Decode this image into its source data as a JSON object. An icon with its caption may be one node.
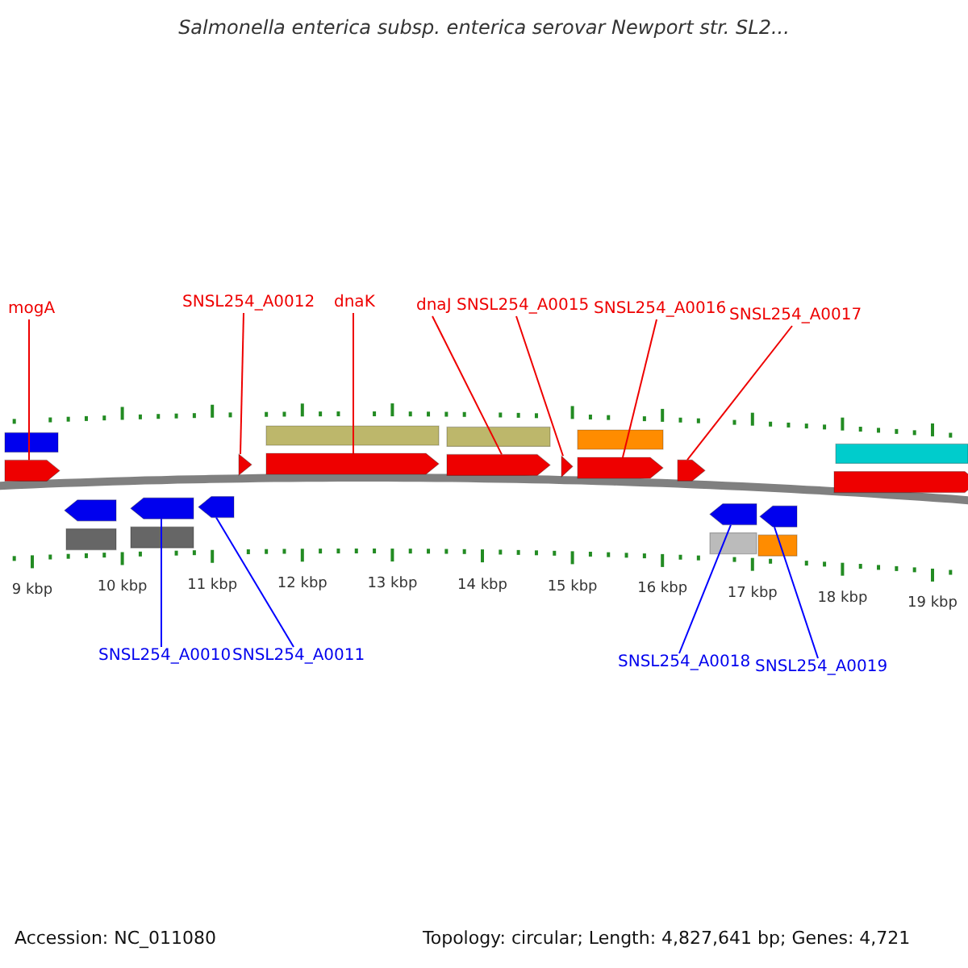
{
  "diagram": {
    "title": "Salmonella enterica subsp. enterica serovar Newport str. SL2...",
    "nodes": [
      {
        "text": [
          "mogA"
        ]
      },
      {
        "text": [
          "SNSL254_A0012"
        ]
      },
      {
        "text": [
          "dnaK"
        ]
      },
      {
        "text": [
          "dnaJ"
        ]
      },
      {
        "text": [
          "SNSL254_A0015"
        ]
      },
      {
        "text": [
          "SNSL254_A0016"
        ]
      },
      {
        "text": [
          "SNSL254_A0017"
        ]
      },
      {
        "text": [
          "SNSL254_A0010"
        ]
      },
      {
        "text": [
          "SNSL254_A0011"
        ]
      },
      {
        "text": [
          "SNSL254_A0018"
        ]
      },
      {
        "text": [
          "SNSL254_A0019"
        ]
      },
      {
        "text": [],
        "shape": "box"
      },
      {
        "text": [],
        "shape": "pentagon"
      },
      {
        "text": [],
        "shape": "pentagon"
      },
      {
        "text": [],
        "shape": "box"
      },
      {
        "text": [],
        "shape": "pentagon"
      },
      {
        "text": [],
        "shape": "box"
      },
      {
        "text": [],
        "shape": "pentagon"
      },
      {
        "text": [],
        "shape": "pentagon"
      },
      {
        "text": [],
        "shape": "box"
      },
      {
        "text": [],
        "shape": "pentagon"
      },
      {
        "text": [],
        "shape": "box"
      },
      {
        "text": [],
        "shape": "pentagon"
      },
      {
        "text": [],
        "shape": "pentagon"
      },
      {
        "text": [],
        "shape": "box"
      },
      {
        "text": [],
        "shape": "pentagon"
      },
      {
        "text": [],
        "shape": "pentagon"
      },
      {
        "text": [],
        "shape": "pentagon"
      },
      {
        "text": [],
        "shape": "box"
      },
      {
        "text": [],
        "shape": "pentagon"
      },
      {
        "text": [],
        "shape": "box"
      },
      {
        "text": [],
        "shape": "box"
      },
      {
        "text": [],
        "shape": "pentagon"
      }
    ],
    "edges": [
      {
        "from": 0,
        "to": 12,
        "arrow": "none"
      },
      {
        "from": 1,
        "to": 18,
        "arrow": "none"
      },
      {
        "from": 2,
        "to": 20,
        "arrow": "none"
      },
      {
        "from": 3,
        "to": 22,
        "arrow": "none"
      },
      {
        "from": 4,
        "to": 23,
        "arrow": "none"
      },
      {
        "from": 5,
        "to": 25,
        "arrow": "none"
      },
      {
        "from": 6,
        "to": 26,
        "arrow": "none"
      },
      {
        "from": 7,
        "to": 15,
        "arrow": "none",
        "color": "#0000ff"
      },
      {
        "from": 8,
        "to": 17,
        "arrow": "none",
        "color": "#0000ff"
      },
      {
        "from": 9,
        "to": 27,
        "arrow": "none",
        "color": "#0000ff"
      },
      {
        "from": 10,
        "to": 29,
        "arrow": "none",
        "color": "#0000ff"
      }
    ],
    "labels": [
      "9 kbp",
      "10 kbp",
      "11 kbp",
      "12 kbp",
      "13 kbp",
      "14 kbp",
      "15 kbp",
      "16 kbp",
      "17 kbp",
      "18 kbp",
      "19 kbp",
      "Accession: NC_011080",
      "Topology: circular; Length: 4,827,641 bp; Genes: 4,721"
    ]
  }
}
